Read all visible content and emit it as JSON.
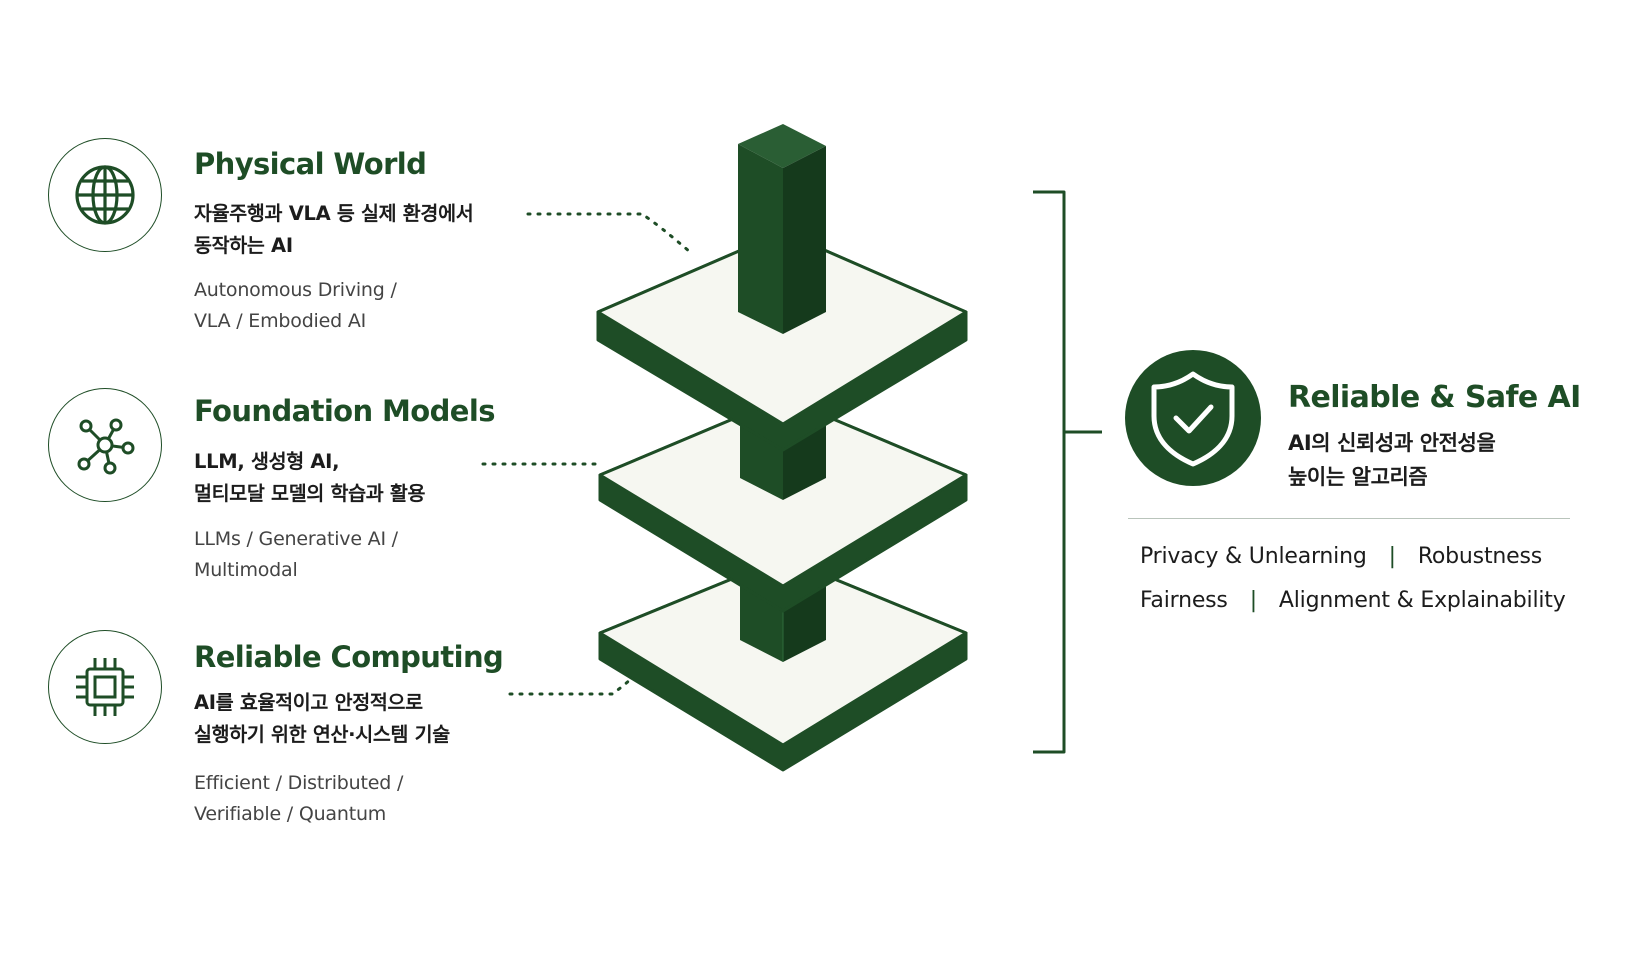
{
  "colors": {
    "accent": "#1e4d26",
    "platform_top": "#f6f7f1",
    "subtext": "#444444"
  },
  "items": [
    {
      "icon": "globe-icon",
      "title": "Physical World",
      "ko_lines": [
        "자율주행과 VLA 등 실제 환경에서",
        "동작하는 AI"
      ],
      "en_lines": [
        "Autonomous Driving /",
        "VLA / Embodied AI"
      ]
    },
    {
      "icon": "network-icon",
      "title": "Foundation Models",
      "ko_lines": [
        "LLM, 생성형 AI,",
        "멀티모달 모델의 학습과 활용"
      ],
      "en_lines": [
        "LLMs / Generative AI /",
        "Multimodal"
      ]
    },
    {
      "icon": "chip-icon",
      "title": "Reliable Computing",
      "ko_lines": [
        "AI를 효율적이고 안정적으로",
        "실행하기 위한 연산·시스템 기술"
      ],
      "en_lines": [
        "Efficient / Distributed /",
        "Verifiable / Quantum"
      ]
    }
  ],
  "summary": {
    "icon": "shield-check-icon",
    "title": "Reliable & Safe AI",
    "ko_lines": [
      "AI의 신뢰성과 안전성을",
      "높이는 알고리즘"
    ],
    "tags_row1": [
      "Privacy & Unlearning",
      "Robustness"
    ],
    "tags_row2": [
      "Fairness",
      "Alignment & Explainability"
    ],
    "separator": "|"
  }
}
